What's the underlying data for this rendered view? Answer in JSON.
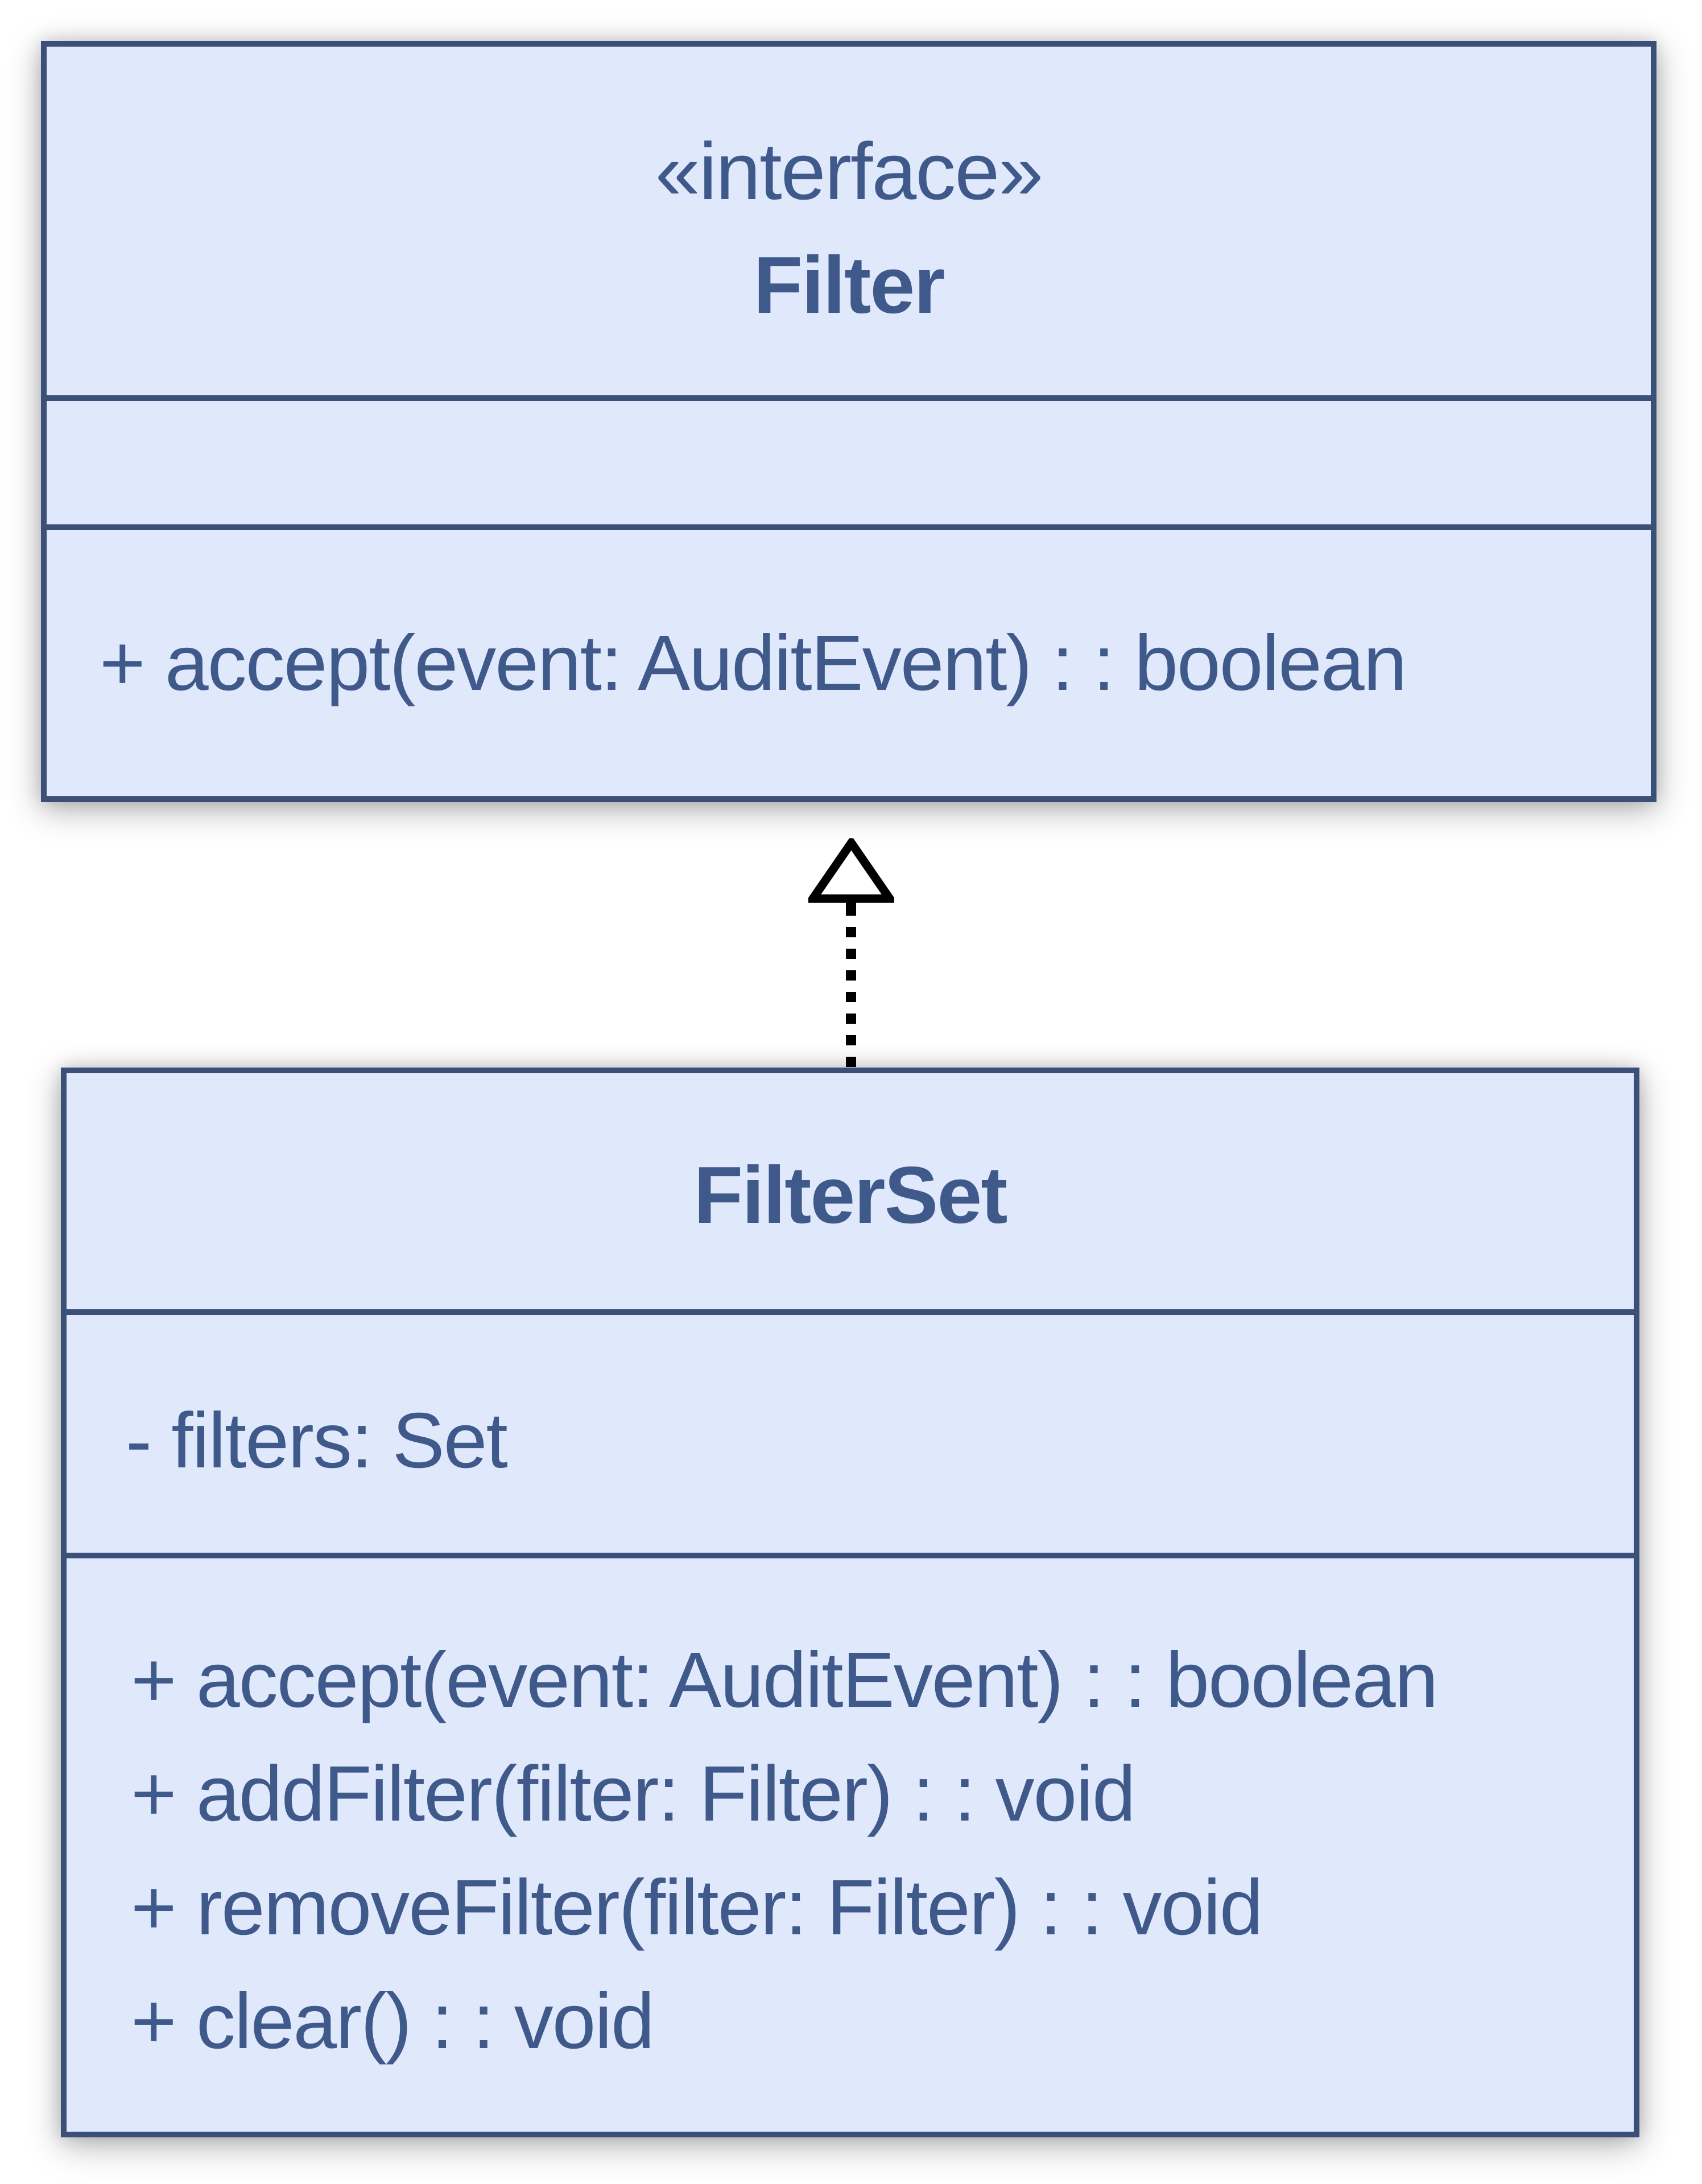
{
  "page": {
    "background": "#ffffff"
  },
  "colors": {
    "box_fill": "#e0e8fb",
    "box_border": "#3a5078",
    "text": "#3f5a8a",
    "arrow": "#000000"
  },
  "interface_class": {
    "stereotype": "«interface»",
    "name": "Filter",
    "attributes": [],
    "methods": [
      "+ accept(event: AuditEvent) : : boolean"
    ]
  },
  "relationship": {
    "type": "realization",
    "style": "dashed-line-hollow-triangle",
    "from": "FilterSet",
    "to": "Filter"
  },
  "filterset_class": {
    "name": "FilterSet",
    "attributes": [
      "- filters: Set"
    ],
    "methods": [
      "+ accept(event: AuditEvent) : : boolean",
      "+ addFilter(filter: Filter) : : void",
      "+ removeFilter(filter: Filter) : : void",
      "+ clear() : : void"
    ]
  }
}
